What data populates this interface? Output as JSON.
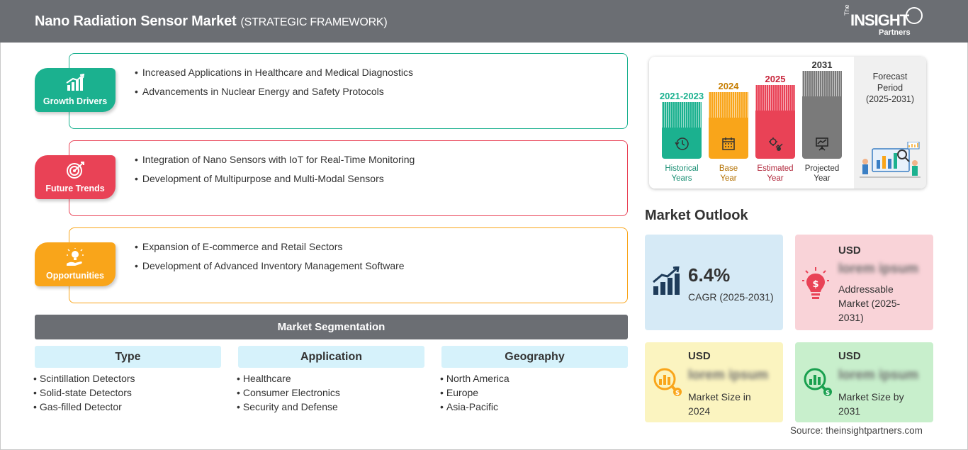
{
  "header": {
    "title": "Nano Radiation Sensor Market",
    "subtitle": "(STRATEGIC FRAMEWORK)",
    "logo": {
      "the": "The",
      "main": "INSIGHT",
      "partners": "Partners"
    }
  },
  "framework": {
    "growth_drivers": {
      "label": "Growth Drivers",
      "color": "#1bb18f",
      "icon": "growth-chart-icon",
      "items": [
        "Increased Applications in Healthcare and Medical Diagnostics",
        "Advancements in Nuclear Energy and Safety Protocols"
      ]
    },
    "future_trends": {
      "label": "Future Trends",
      "color": "#e94256",
      "icon": "target-icon",
      "items": [
        "Integration of Nano Sensors with IoT for Real-Time Monitoring",
        "Development of Multipurpose and Multi-Modal Sensors"
      ]
    },
    "opportunities": {
      "label": "Opportunities",
      "color": "#f9a51a",
      "icon": "lightbulb-hand-icon",
      "items": [
        "Expansion of E-commerce and Retail Sectors",
        "Development of Advanced Inventory Management Software"
      ]
    }
  },
  "segmentation": {
    "title": "Market Segmentation",
    "columns": [
      {
        "heading": "Type",
        "items": [
          "Scintillation Detectors",
          "Solid-state Detectors",
          "Gas-filled Detector"
        ]
      },
      {
        "heading": "Application",
        "items": [
          "Healthcare",
          "Consumer Electronics",
          "Security and Defense"
        ]
      },
      {
        "heading": "Geography",
        "items": [
          "North America",
          "Europe",
          "Asia-Pacific"
        ]
      }
    ]
  },
  "timeline": {
    "columns": [
      {
        "year": "2021-2023",
        "caption": [
          "Historical",
          "Years"
        ],
        "color": "#1bb18f",
        "icon": "history-clock-icon"
      },
      {
        "year": "2024",
        "caption": [
          "Base",
          "Year"
        ],
        "color": "#f9a51a",
        "icon": "calendar-icon"
      },
      {
        "year": "2025",
        "caption": [
          "Estimated",
          "Year"
        ],
        "color": "#e94256",
        "icon": "estimate-gear-icon"
      },
      {
        "year": "2031",
        "caption": [
          "Projected",
          "Year"
        ],
        "color": "#7a7a7a",
        "icon": "presentation-board-icon"
      }
    ],
    "forecast_title_1": "Forecast",
    "forecast_title_2": "Period",
    "forecast_period": "(2025-2031)"
  },
  "outlook": {
    "title": "Market Outlook",
    "cagr": {
      "value": "6.4%",
      "label": "CAGR (2025-2031)",
      "bg": "#d6eaf6"
    },
    "addressable": {
      "currency": "USD",
      "value": "lorem ipsum",
      "label": [
        "Addressable",
        "Market (2025-",
        "2031)"
      ],
      "bg": "#f9d3d8"
    },
    "size_2024": {
      "currency": "USD",
      "value": "lorem ipsum",
      "label": [
        "Market Size in",
        "2024"
      ],
      "bg": "#fbf4c0"
    },
    "size_2031": {
      "currency": "USD",
      "value": "lorem ipsum",
      "label": [
        "Market Size by",
        "2031"
      ],
      "bg": "#c8efcc"
    }
  },
  "source": "Source: theinsightpartners.com"
}
